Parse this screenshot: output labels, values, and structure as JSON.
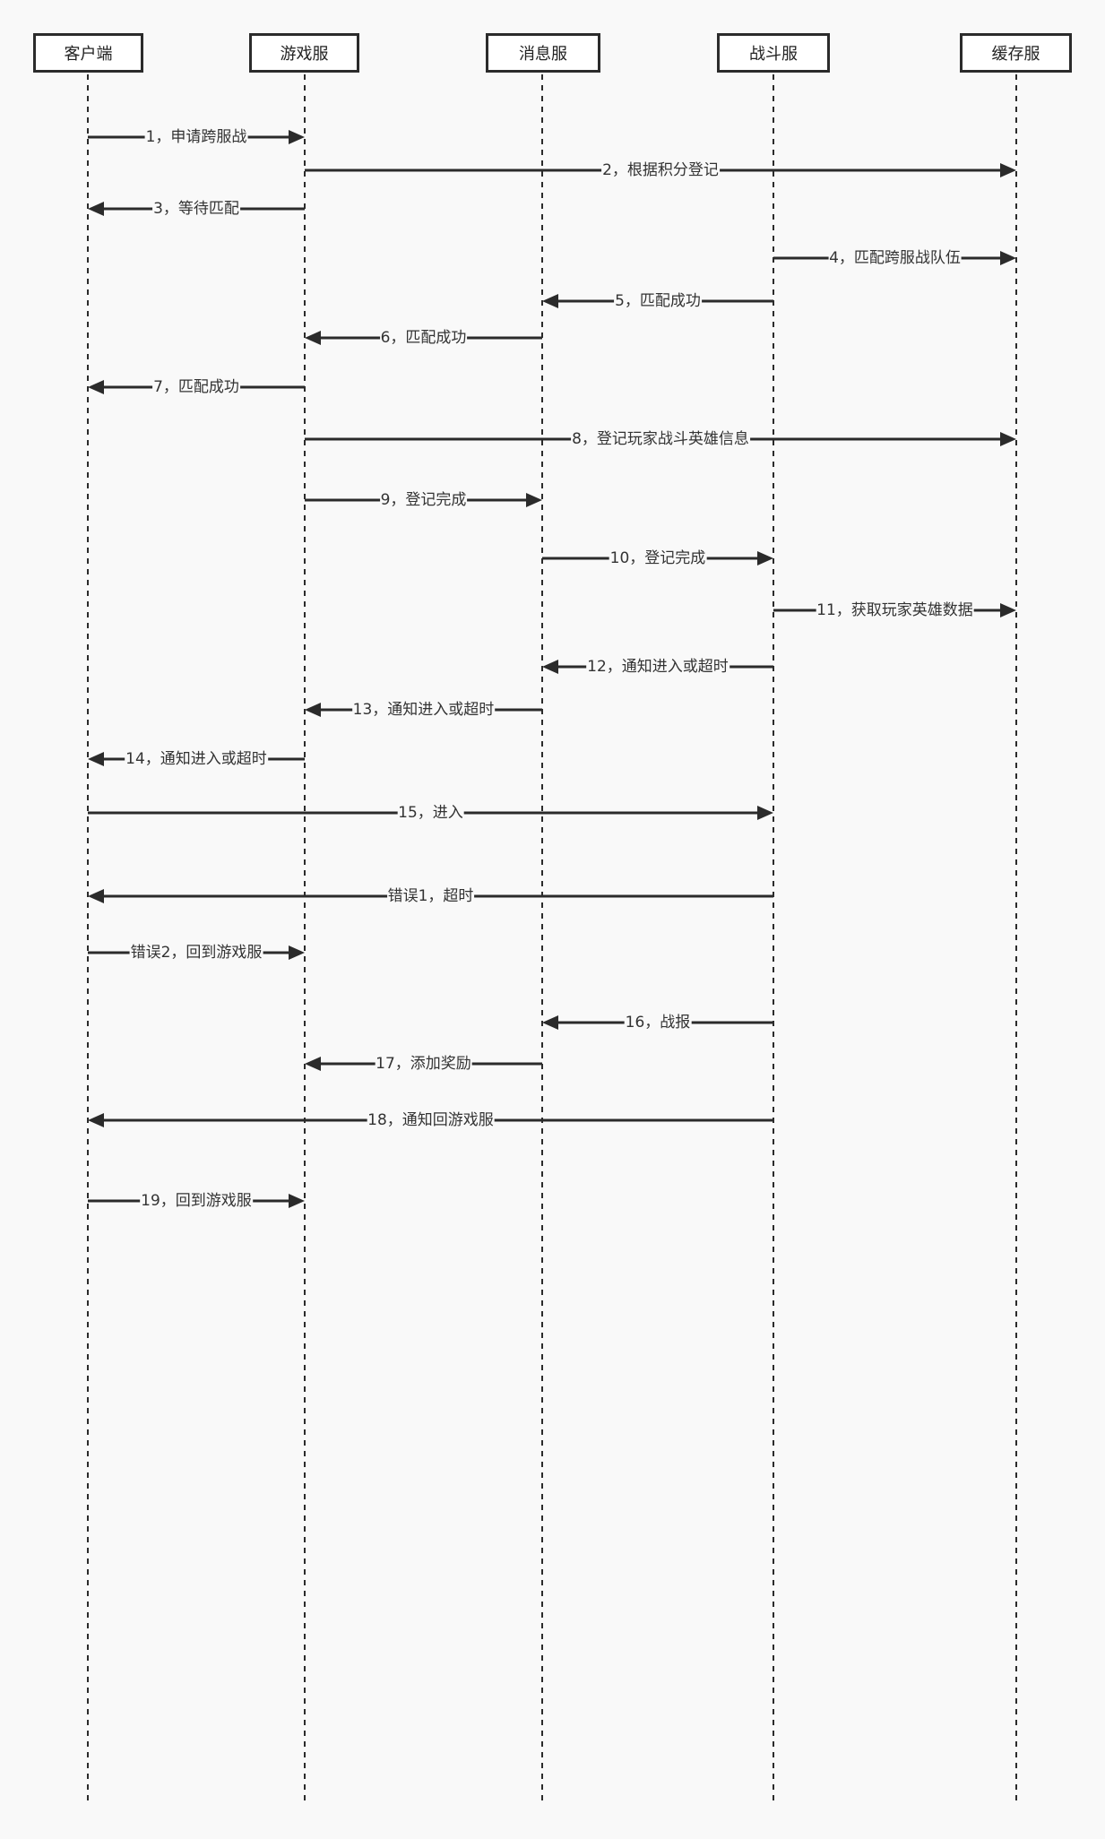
{
  "participants": [
    "客户端",
    "游戏服",
    "消息服",
    "战斗服",
    "缓存服"
  ],
  "messages": [
    {
      "from": 0,
      "to": 1,
      "label": "1，申请跨服战"
    },
    {
      "from": 1,
      "to": 4,
      "label": "2，根据积分登记"
    },
    {
      "from": 1,
      "to": 0,
      "label": "3，等待匹配"
    },
    {
      "from": 3,
      "to": 4,
      "label": "4，匹配跨服战队伍"
    },
    {
      "from": 3,
      "to": 2,
      "label": "5，匹配成功"
    },
    {
      "from": 2,
      "to": 1,
      "label": "6，匹配成功"
    },
    {
      "from": 1,
      "to": 0,
      "label": "7，匹配成功"
    },
    {
      "from": 1,
      "to": 4,
      "label": "8，登记玩家战斗英雄信息"
    },
    {
      "from": 1,
      "to": 2,
      "label": "9，登记完成"
    },
    {
      "from": 2,
      "to": 3,
      "label": "10，登记完成"
    },
    {
      "from": 3,
      "to": 4,
      "label": "11，获取玩家英雄数据"
    },
    {
      "from": 3,
      "to": 2,
      "label": "12，通知进入或超时"
    },
    {
      "from": 2,
      "to": 1,
      "label": "13，通知进入或超时"
    },
    {
      "from": 1,
      "to": 0,
      "label": "14，通知进入或超时"
    },
    {
      "from": 0,
      "to": 3,
      "label": "15，进入"
    },
    {
      "from": 3,
      "to": 0,
      "label": "错误1，超时"
    },
    {
      "from": 0,
      "to": 1,
      "label": "错误2，回到游戏服"
    },
    {
      "from": 3,
      "to": 2,
      "label": "16，战报"
    },
    {
      "from": 2,
      "to": 1,
      "label": "17，添加奖励"
    },
    {
      "from": 3,
      "to": 0,
      "label": "18，通知回游戏服"
    },
    {
      "from": 0,
      "to": 1,
      "label": "19，回到游戏服"
    }
  ],
  "colors": {
    "line": "#2b2b2b",
    "background": "#f9f9f9"
  }
}
